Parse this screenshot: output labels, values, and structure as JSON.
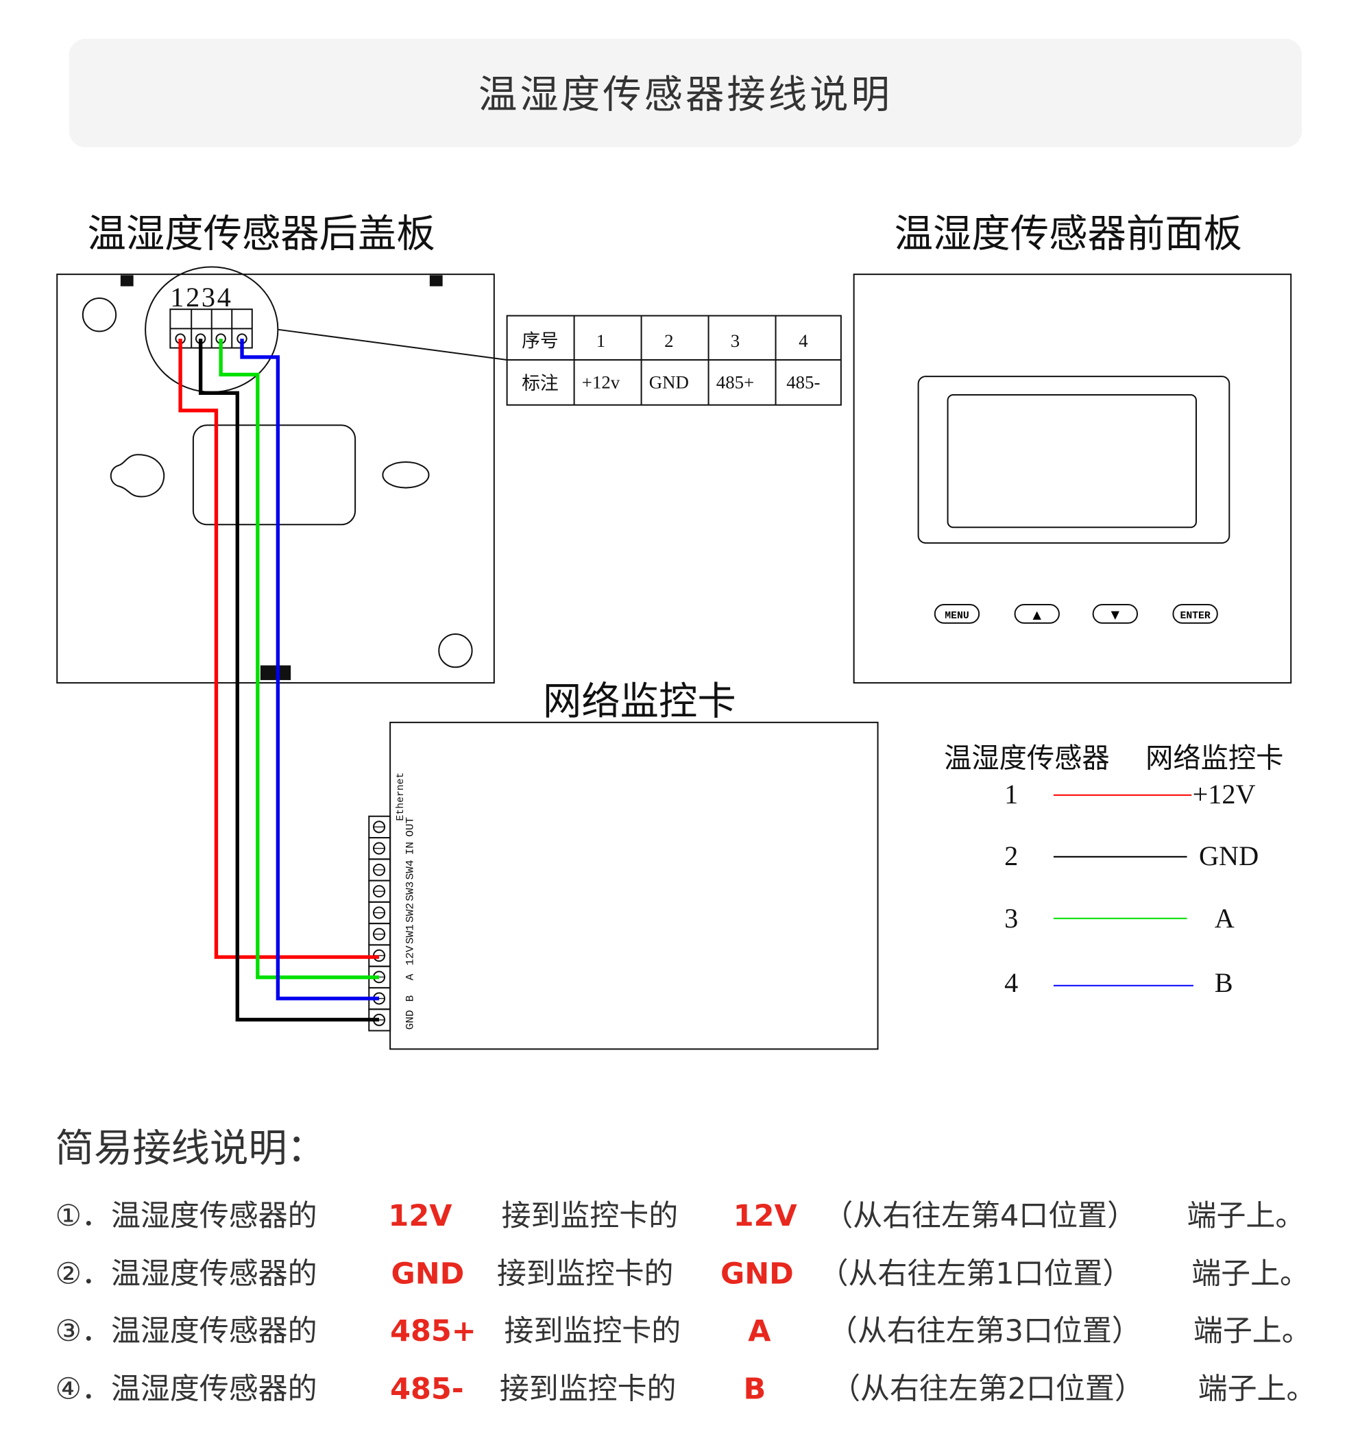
{
  "header": {
    "title": "温湿度传感器接线说明"
  },
  "back_panel": {
    "title": "温湿度传感器后盖板",
    "terminal_digits": "1234"
  },
  "front_panel": {
    "title": "温湿度传感器前面板",
    "buttons": [
      "MENU",
      "▲",
      "▼",
      "ENTER"
    ]
  },
  "pin_table": {
    "row_headers": [
      "序号",
      "标注"
    ],
    "numbers": [
      "1",
      "2",
      "3",
      "4"
    ],
    "labels": [
      "+12v",
      "GND",
      "485+",
      "485-"
    ]
  },
  "network_card": {
    "title": "网络监控卡",
    "ethernet_label": "Ethernet",
    "terminals": [
      "OUT",
      "IN",
      "SW4",
      "SW3",
      "SW2",
      "SW1",
      "12V",
      "A",
      "B",
      "GND"
    ]
  },
  "legend": {
    "left_header": "温湿度传感器",
    "right_header": "网络监控卡",
    "rows": [
      {
        "pin": "1",
        "target": "+12V",
        "color": "#ff0000"
      },
      {
        "pin": "2",
        "target": "GND",
        "color": "#000000"
      },
      {
        "pin": "3",
        "target": "A",
        "color": "#00dd00"
      },
      {
        "pin": "4",
        "target": "B",
        "color": "#0000ff"
      }
    ]
  },
  "wire_colors": {
    "red": "#ff0000",
    "black": "#000000",
    "green": "#00e000",
    "blue": "#0000ee"
  },
  "instructions": {
    "title": "简易接线说明：",
    "rows": [
      {
        "prefix": "①．温湿度传感器的",
        "from": "12V",
        "middle": "接到监控卡的",
        "to": "12V",
        "position": "（从右往左第4口位置）",
        "suffix": "端子上。"
      },
      {
        "prefix": "②．温湿度传感器的",
        "from": "GND",
        "middle": "接到监控卡的",
        "to": "GND",
        "position": "（从右往左第1口位置）",
        "suffix": "端子上。"
      },
      {
        "prefix": "③．温湿度传感器的",
        "from": "485+",
        "middle": "接到监控卡的",
        "to": "A",
        "position": "（从右往左第3口位置）",
        "suffix": "端子上。"
      },
      {
        "prefix": "④．温湿度传感器的",
        "from": "485-",
        "middle": "接到监控卡的",
        "to": "B",
        "position": "（从右往左第2口位置）",
        "suffix": "端子上。"
      }
    ]
  },
  "accent_color": "#e8281e"
}
